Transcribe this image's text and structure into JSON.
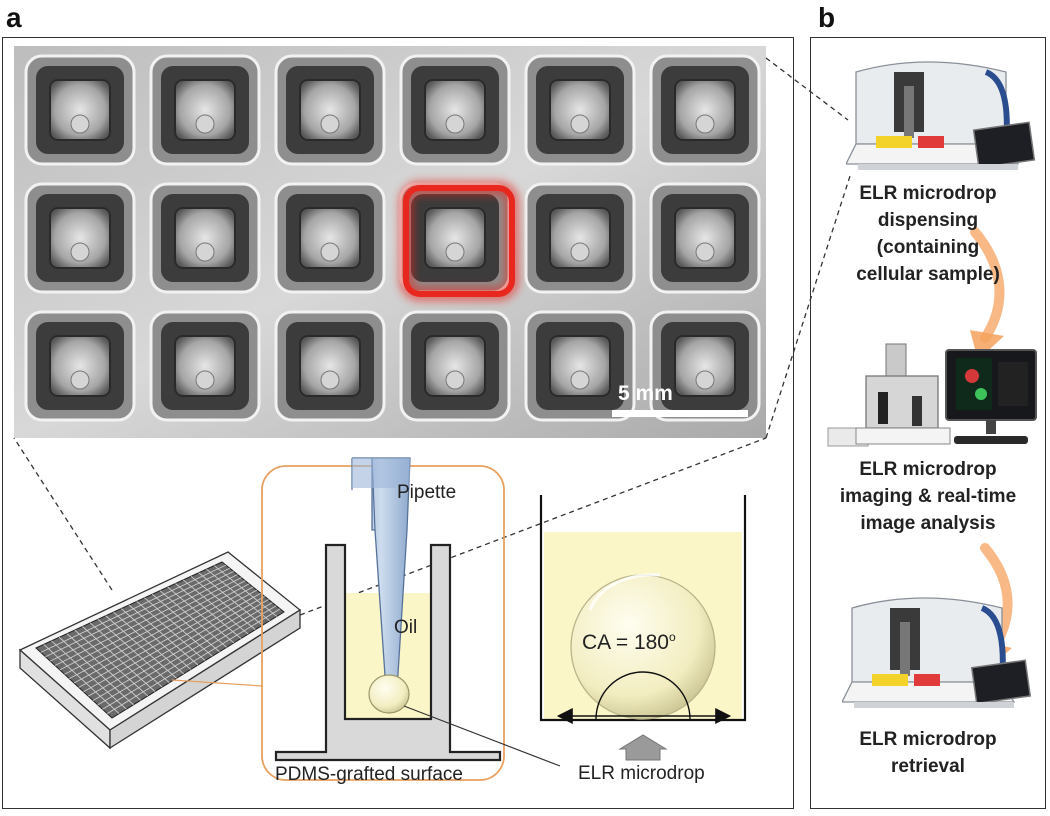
{
  "panels": {
    "a": "a",
    "b": "b"
  },
  "photo": {
    "scale_bar_label": "5 mm",
    "grid_rows": 3,
    "grid_cols": 6,
    "highlight_row": 1,
    "highlight_col": 3
  },
  "schematic": {
    "pipette_label": "Pipette",
    "oil_label": "Oil",
    "surface_label": "PDMS-grafted surface",
    "microdrop_label": "ELR microdrop",
    "contact_angle_label": "CA = 180",
    "contact_angle_sup": "o"
  },
  "workflow": {
    "steps": [
      {
        "label_lines": [
          "ELR microdrop",
          "dispensing",
          "(containing",
          "cellular sample)"
        ],
        "image": "liquid-handling-robot"
      },
      {
        "label_lines": [
          "ELR microdrop",
          "imaging & real-time",
          "image analysis"
        ],
        "image": "microscope-workstation"
      },
      {
        "label_lines": [
          "ELR microdrop",
          "retrieval"
        ],
        "image": "liquid-handling-robot"
      }
    ]
  },
  "colors": {
    "highlight": "#e8281e",
    "outline_orange": "#e8a060",
    "oil_fill": "#fbf6c8",
    "arrow_orange": "#f5a25d",
    "pipette_blue": "#a8c2e0"
  }
}
